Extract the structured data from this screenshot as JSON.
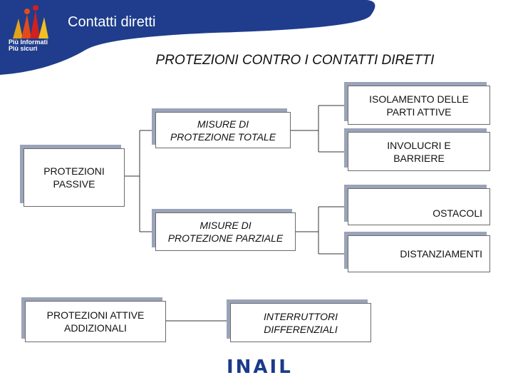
{
  "header": {
    "title": "Contatti diretti",
    "logo_text": [
      "Più Informati",
      "Più sicuri"
    ]
  },
  "main_title": "PROTEZIONI CONTRO I CONTATTI DIRETTI",
  "nodes": {
    "passive": [
      "PROTEZIONI",
      "PASSIVE"
    ],
    "total": [
      "MISURE DI",
      "PROTEZIONE TOTALE"
    ],
    "partial": [
      "MISURE DI",
      "PROTEZIONE PARZIALE"
    ],
    "isolation": [
      "ISOLAMENTO DELLE",
      "PARTI ATTIVE"
    ],
    "enclosures": [
      "INVOLUCRI E",
      "BARRIERE"
    ],
    "obstacles": "OSTACOLI",
    "distancing": "DISTANZIAMENTI",
    "active": [
      "PROTEZIONI ATTIVE",
      "ADDIZIONALI"
    ],
    "switches": [
      "INTERRUTTORI",
      "DIFFERENZIALI"
    ]
  },
  "footer_logo": "INAIL",
  "colors": {
    "header_blue": "#1f3d8c",
    "shadow": "#9aa3b8"
  }
}
